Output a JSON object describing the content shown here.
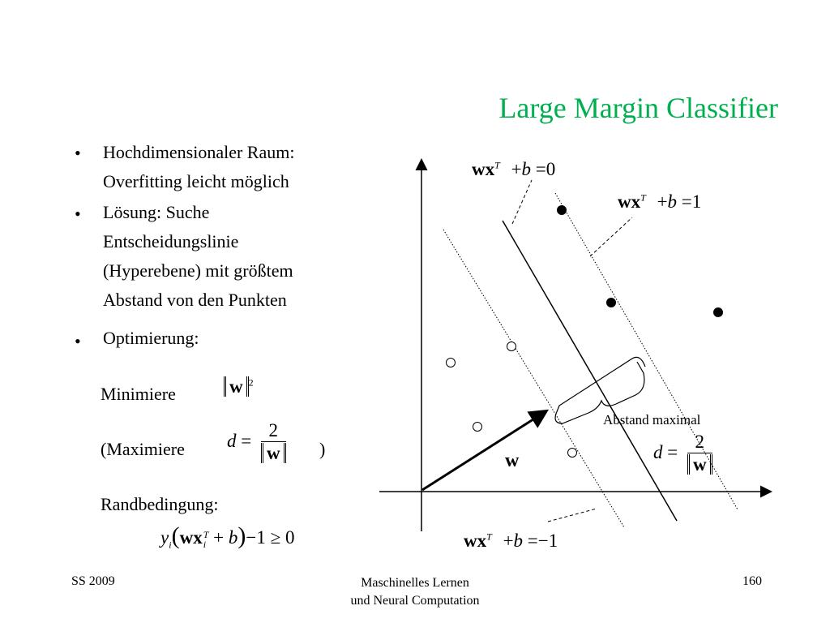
{
  "slide": {
    "title": "Large Margin Classifier",
    "bullets": [
      {
        "lines": [
          "Hochdimensionaler Raum:",
          "Overfitting leicht möglich"
        ]
      },
      {
        "lines": [
          "Lösung: Suche",
          "Entscheidungslinie",
          "(Hyperebene) mit größtem",
          "Abstand von den Punkten"
        ]
      },
      {
        "lines": [
          "Optimierung:"
        ]
      }
    ],
    "optimization": {
      "minimize_label": "Minimiere",
      "maximize_open": "(Maximiere",
      "maximize_close": ")",
      "constraint_label": "Randbedingung:"
    }
  },
  "math": {
    "w": "w",
    "x": "x",
    "b": "b",
    "d": "d",
    "y": "y",
    "T": "T",
    "i": "i",
    "two": "2",
    "exp2": "2",
    "plus": "+",
    "equals": "=",
    "minus_one": "−1",
    "geq_zero": "≥ 0",
    "open_paren": "(",
    "close_paren": ")",
    "zero": "0",
    "one": "1",
    "neg_one": "−1"
  },
  "diagram": {
    "annotation": "Abstand maximal",
    "w_label": "w"
  },
  "footer": {
    "left": "SS 2009",
    "center_line1": "Maschinelles Lernen",
    "center_line2": "und Neural Computation",
    "page_number": "160"
  }
}
